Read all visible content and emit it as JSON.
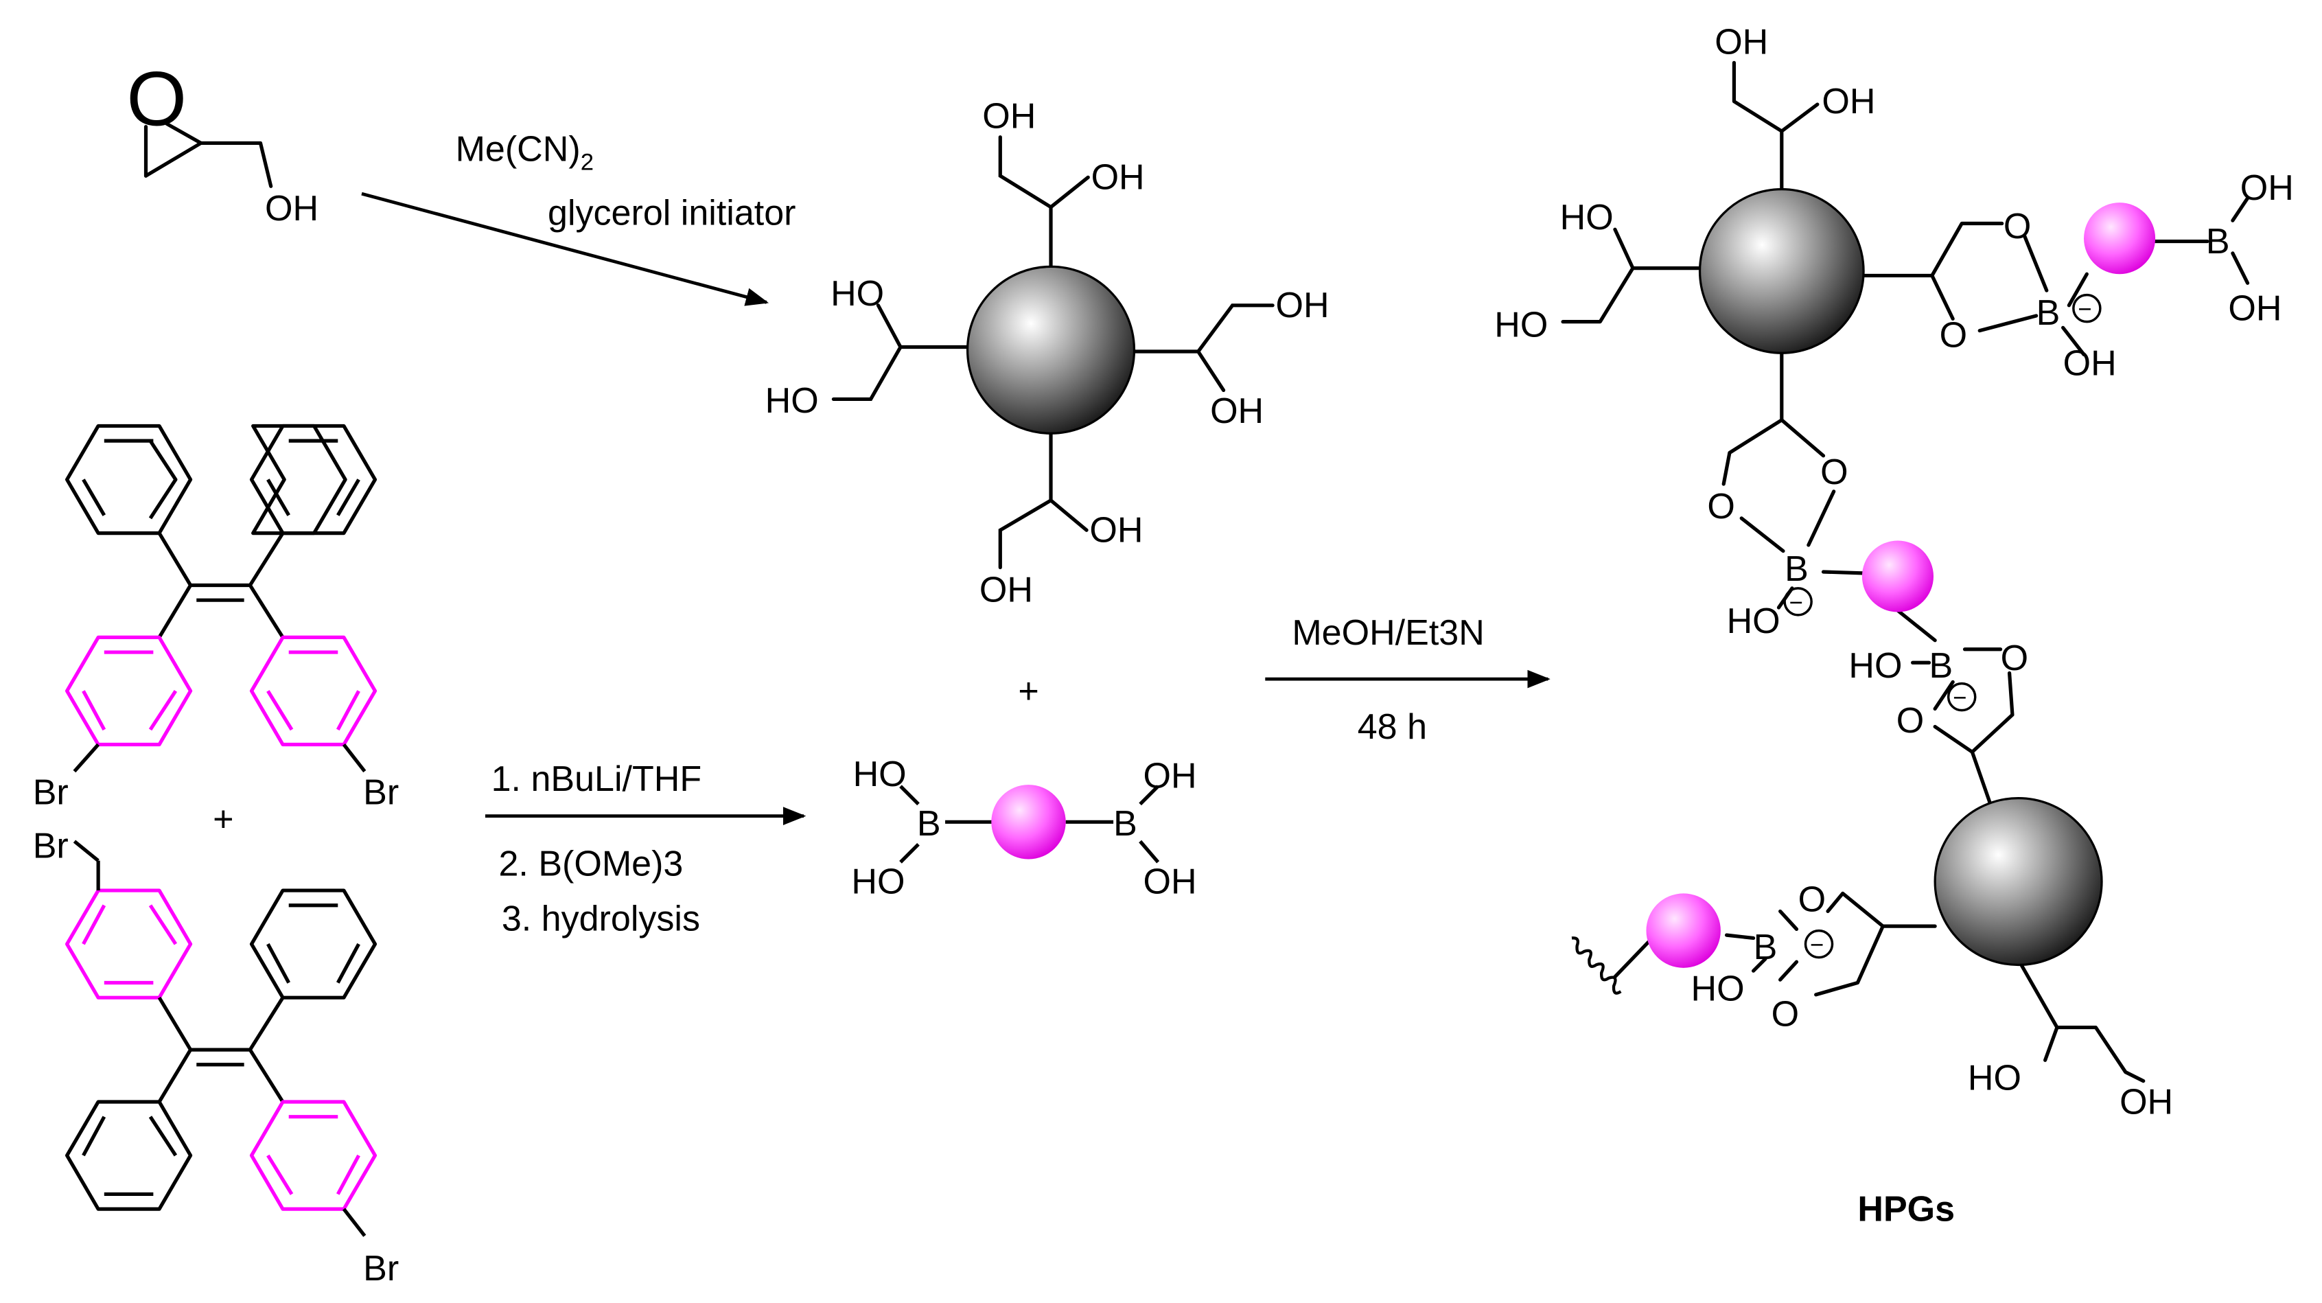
{
  "colors": {
    "background": "#ffffff",
    "line": "#000000",
    "bromophenyl": "#ff00ff",
    "linker_sphere": "#ff55ff",
    "core_sphere": "#555555"
  },
  "labels": {
    "oh": "OH",
    "ho": "HO",
    "o": "O",
    "b": "B",
    "br": "Br",
    "plus": "+",
    "minus": "−"
  },
  "reagents": {
    "step1_line1": "Me(CN)",
    "step1_line1_sub": "2",
    "step1_line2": "glycerol initiator",
    "step2_line1": "1. nBuLi/THF",
    "step2_line2": "2. B(OMe)3",
    "step2_line3": "3. hydrolysis",
    "step3_line1": "MeOH/Et3N",
    "step3_line2": "48 h"
  },
  "product": {
    "name": "HPGs"
  }
}
